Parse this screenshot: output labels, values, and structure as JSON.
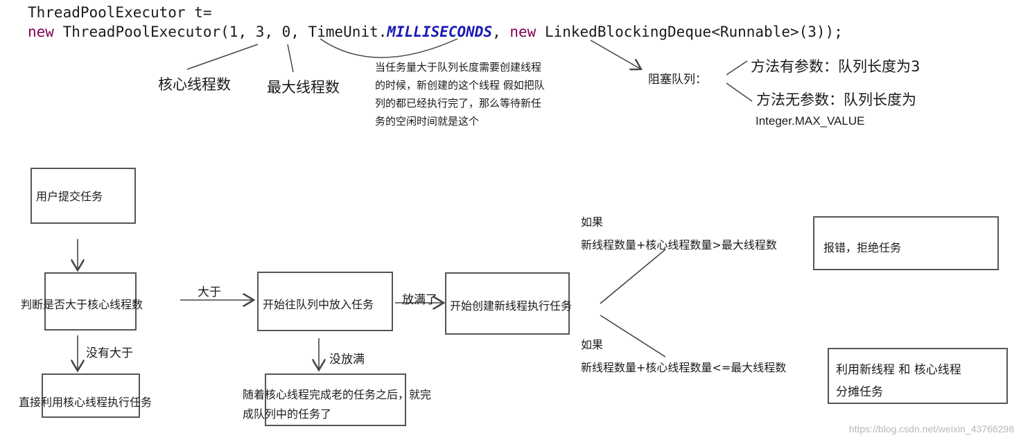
{
  "code": {
    "line1": "ThreadPoolExecutor t=",
    "line2_new1": "new",
    "line2_a": " ThreadPoolExecutor(1, 3, 0, TimeUnit.",
    "line2_const": "MILLISECONDS",
    "line2_b": ", ",
    "line2_new2": "new",
    "line2_c": " LinkedBlockingDeque<Runnable>(3));"
  },
  "annotations": {
    "core_threads": "核心线程数",
    "max_threads": "最大线程数",
    "keepalive_line1": "当任务量大于队列长度需要创建线程",
    "keepalive_line2": "的时候，新创建的这个线程 假如把队",
    "keepalive_line3": "列的都已经执行完了，那么等待新任",
    "keepalive_line4": "务的空闲时间就是这个",
    "blocking_queue": "阻塞队列：",
    "with_param": "方法有参数：队列长度为3",
    "no_param": "方法无参数：队列长度为",
    "no_param_value": "Integer.MAX_VALUE"
  },
  "flow": {
    "submit": "用户提交任务",
    "judge": "判断是否大于核心线程数",
    "greater": "大于",
    "not_greater": "没有大于",
    "use_core": "直接利用核心线程执行任务",
    "enqueue": "开始往队列中放入任务",
    "full": "放满了",
    "not_full": "没放满",
    "after_core_line1": "随着核心线程完成老的任务之后，就完",
    "after_core_line2": "成队列中的任务了",
    "create_new": "开始创建新线程执行任务",
    "if1": "如果",
    "cond_gt": "新线程数量+核心线程数量>最大线程数",
    "reject": "报错，拒绝任务",
    "if2": "如果",
    "cond_le": "新线程数量+核心线程数量<=最大线程数",
    "share_line1": "利用新线程 和 核心线程",
    "share_line2": "分摊任务"
  },
  "watermark": "https://blog.csdn.net/weixin_43766298"
}
